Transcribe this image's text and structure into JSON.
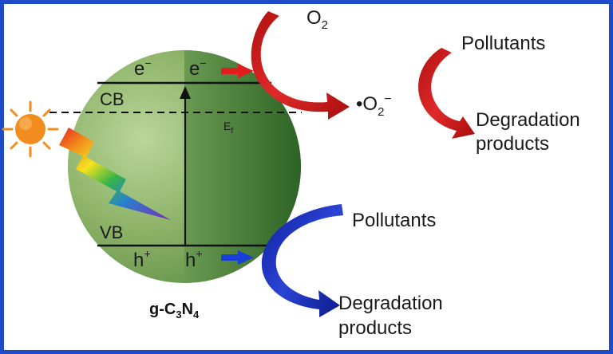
{
  "diagram": {
    "band_labels": {
      "electron_left": "e",
      "electron_right": "e",
      "electron_charge": "−",
      "cb": "CB",
      "vb": "VB",
      "fermi": "E",
      "fermi_sub": "f",
      "hole_left": "h",
      "hole_right": "h",
      "hole_charge": "+"
    },
    "catalyst": {
      "prefix": "g-C",
      "sub1": "3",
      "mid": "N",
      "sub2": "4"
    },
    "oxygen": {
      "o2": "O",
      "o2_sub": "2",
      "radical_dot": "•",
      "radical": "O",
      "radical_sub": "2",
      "radical_charge": "−"
    },
    "top_reaction": {
      "pollutants": "Pollutants",
      "products_line1": "Degradation",
      "products_line2": "products"
    },
    "bottom_reaction": {
      "pollutants": "Pollutants",
      "products_line1": "Degradation",
      "products_line2": "products"
    },
    "colors": {
      "frame": "#1e4cc9",
      "sphere_light": "#aacb88",
      "sphere_dark": "#2f6b26",
      "electron_arrow": "#d81b1b",
      "hole_arrow": "#1a3fd8",
      "sun": "#f28c1e"
    }
  }
}
